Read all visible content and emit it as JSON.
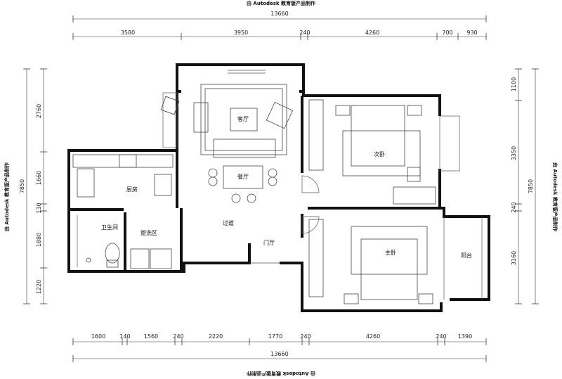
{
  "watermark": {
    "top": "由 Autodesk 教育版产品制作",
    "bottom": "由 Autodesk 教育版产品制作",
    "left": "由 Autodesk 教育版产品制作",
    "right": "由 Autodesk 教育版产品制作"
  },
  "dimensions": {
    "top_total": "13660",
    "top_segments": [
      "3580",
      "3950",
      "240",
      "4260",
      "700",
      "930"
    ],
    "bottom_total": "13660",
    "bottom_segments": [
      "1600",
      "140",
      "1560",
      "240",
      "2220",
      "1770",
      "240",
      "4260",
      "240",
      "1390"
    ],
    "left_total": "7850",
    "left_segments": [
      "2760",
      "1660",
      "130",
      "1880",
      "1220"
    ],
    "right_total": "7850",
    "right_segments": [
      "1100",
      "3350",
      "240",
      "3160"
    ]
  },
  "rooms": {
    "living": "客厅",
    "dining": "餐厅",
    "kitchen": "厨房",
    "bathroom": "卫生间",
    "laundry": "盥洗区",
    "corridor": "过道",
    "foyer": "门厅",
    "second_bedroom": "次卧",
    "master_bedroom": "主卧",
    "balcony": "阳台"
  }
}
